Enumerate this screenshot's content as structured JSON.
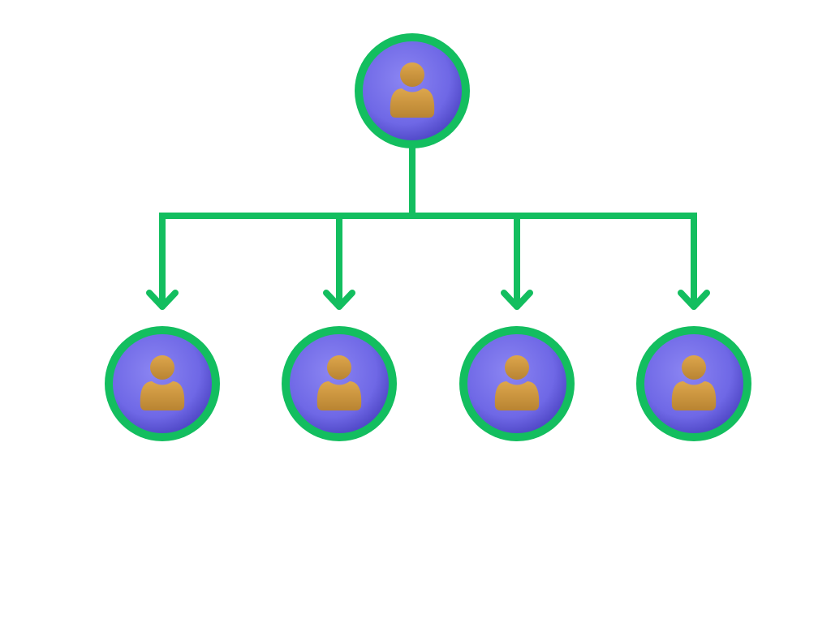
{
  "diagram": {
    "type": "org-hierarchy",
    "colors": {
      "connector": "#13BE5F",
      "node_ring": "#13BE5F",
      "node_fill": "#6F68E6",
      "node_fill_highlight": "#8B85F2",
      "node_fill_shadow": "#4F47C6",
      "person_icon": "#DDA64C",
      "person_icon_shadow": "#B98432",
      "background": "#FFFFFF"
    },
    "nodes": [
      {
        "id": "root",
        "level": 0,
        "icon": "person-icon"
      },
      {
        "id": "child-1",
        "level": 1,
        "icon": "person-icon"
      },
      {
        "id": "child-2",
        "level": 1,
        "icon": "person-icon"
      },
      {
        "id": "child-3",
        "level": 1,
        "icon": "person-icon"
      },
      {
        "id": "child-4",
        "level": 1,
        "icon": "person-icon"
      }
    ],
    "edges": [
      {
        "from": "root",
        "to": "child-1",
        "arrow": "down"
      },
      {
        "from": "root",
        "to": "child-2",
        "arrow": "down"
      },
      {
        "from": "root",
        "to": "child-3",
        "arrow": "down"
      },
      {
        "from": "root",
        "to": "child-4",
        "arrow": "down"
      }
    ]
  }
}
